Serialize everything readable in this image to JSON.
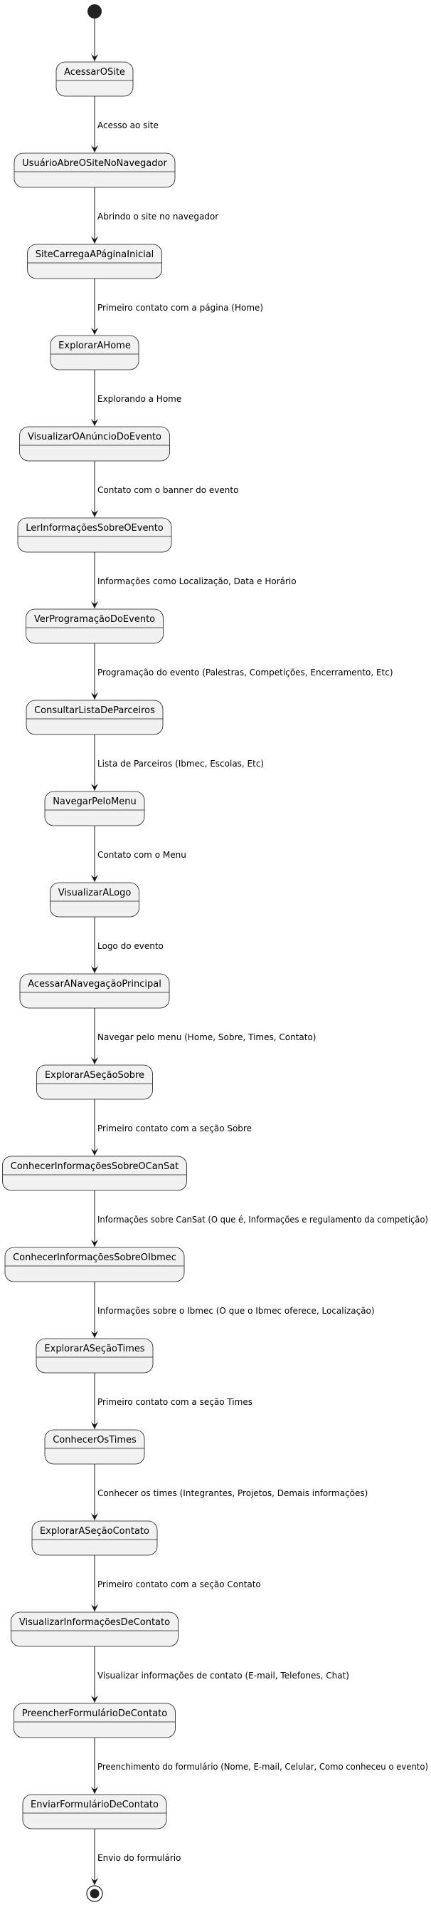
{
  "diagram": {
    "states": [
      "AcessarOSite",
      "UsuárioAbreOSiteNoNavegador",
      "SiteCarregaAPáginaInicial",
      "ExplorarAHome",
      "VisualizarOAnúncioDoEvento",
      "LerInformaçõesSobreOEvento",
      "VerProgramaçãoDoEvento",
      "ConsultarListaDeParceiros",
      "NavegarPeloMenu",
      "VisualizarALogo",
      "AcessarANavegaçãoPrincipal",
      "ExplorarASeçãoSobre",
      "ConhecerInformaçõesSobreOCanSat",
      "ConhecerInformaçõesSobreOIbmec",
      "ExplorarASeçãoTimes",
      "ConhecerOsTimes",
      "ExplorarASeçãoContato",
      "VisualizarInformaçõesDeContato",
      "PreencherFormulárioDeContato",
      "EnviarFormulárioDeContato"
    ],
    "transitions": [
      "Acesso ao site",
      "Abrindo o site no navegador",
      "Primeiro contato com a página (Home)",
      "Explorando a Home",
      "Contato com o banner do evento",
      "Informações como Localização, Data e Horário",
      "Programação do evento (Palestras, Competições, Encerramento, Etc)",
      "Lista de Parceiros (Ibmec, Escolas, Etc)",
      "Contato com o Menu",
      "Logo do evento",
      "Navegar pelo menu (Home, Sobre, Times, Contato)",
      "Primeiro contato com a seção Sobre",
      "Informações sobre CanSat (O que é, Informações e regulamento da competição)",
      "Informações sobre o Ibmec (O que o Ibmec oferece, Localização)",
      "Primeiro contato com a seção Times",
      "Conhecer os times (Integrantes, Projetos, Demais informações)",
      "Primeiro contato com a seção Contato",
      "Visualizar informações de contato (E-mail, Telefones, Chat)",
      "Preenchimento do formulário (Nome, E-mail, Celular, Como conheceu o evento)",
      "Envio do formulário"
    ],
    "colors": {
      "state_fill": "#f1f1f1",
      "stroke": "#181818",
      "node": "#222222",
      "background": "#ffffff"
    }
  }
}
